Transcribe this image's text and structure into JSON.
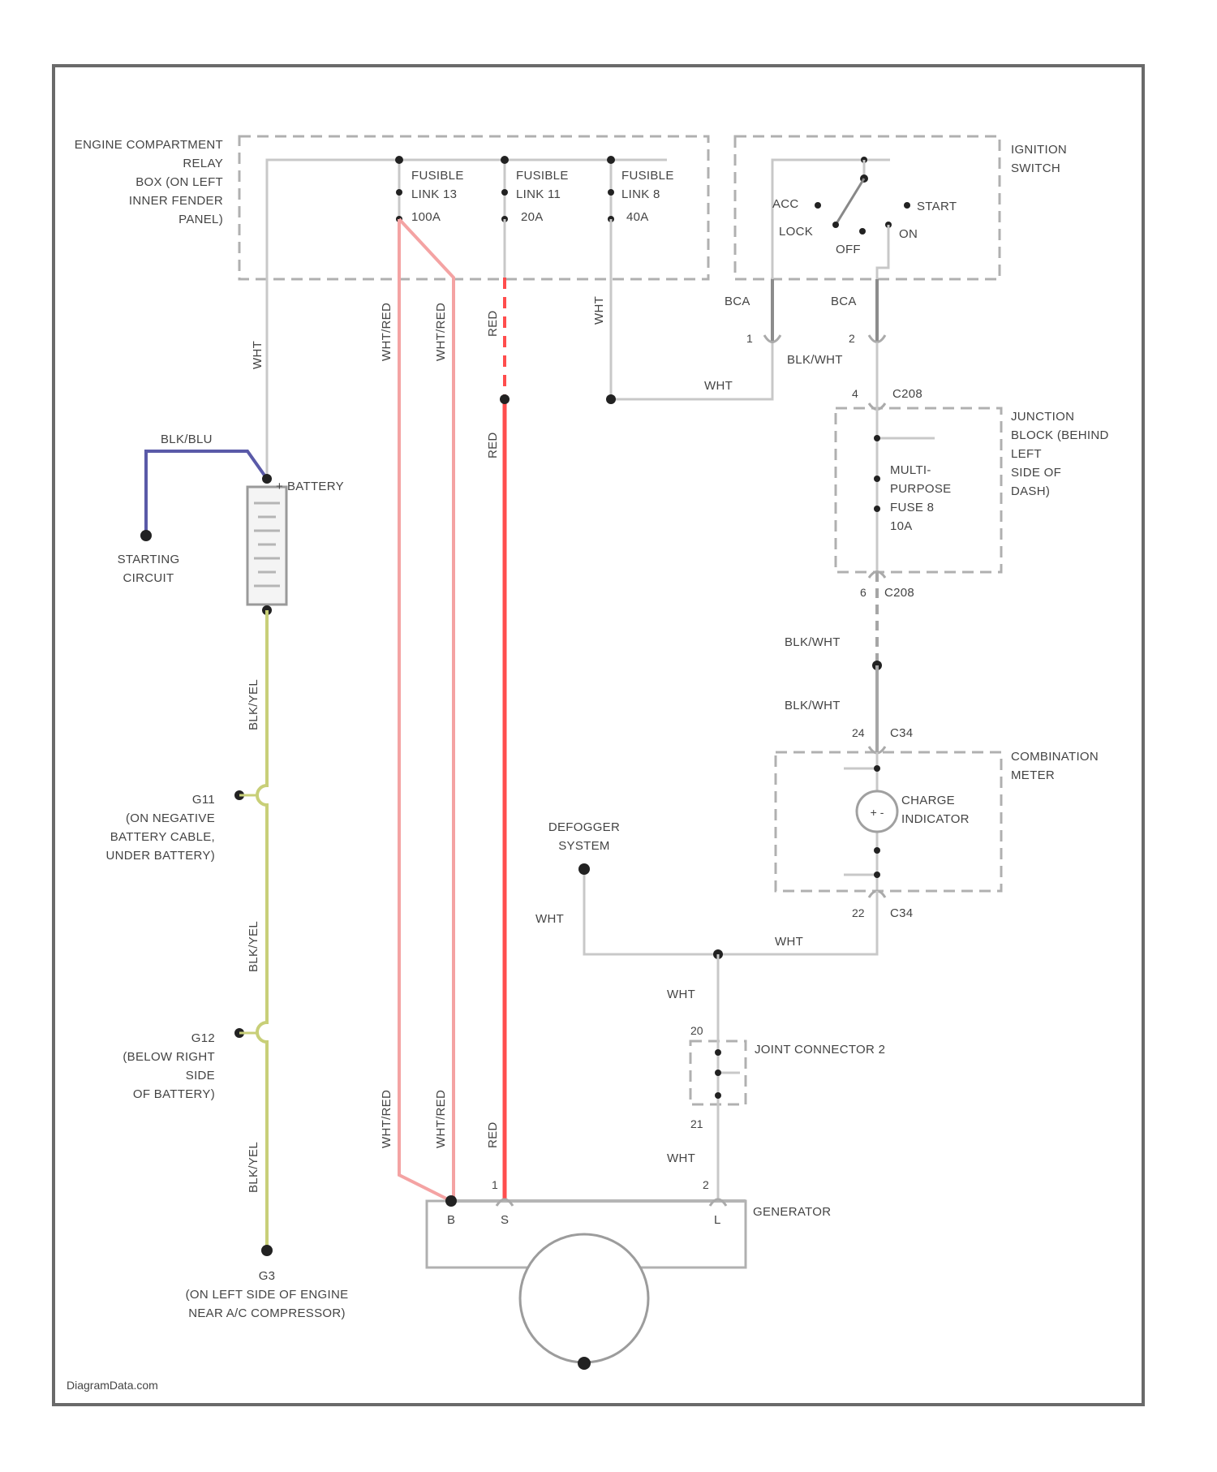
{
  "diagram": {
    "source_watermark": "DiagramData.com",
    "colors": {
      "frame": "#6a6a6a",
      "box_dash": "#b0b0b0",
      "wire_white": "#c8c8c8",
      "wire_red": "#ff4d4d",
      "wire_pink": "#f4a3a3",
      "wire_blue": "#5a5aa8",
      "wire_yellow_green": "#c8cf78",
      "junction": "#222222"
    },
    "components": {
      "relay_box": [
        "ENGINE COMPARTMENT",
        "RELAY",
        "BOX (ON LEFT",
        "INNER FENDER",
        "PANEL)"
      ],
      "ignition_switch": [
        "IGNITION",
        "SWITCH"
      ],
      "junction_block": [
        "JUNCTION",
        "BLOCK (BEHIND",
        "LEFT",
        "SIDE OF",
        "DASH)"
      ],
      "combination_meter": [
        "COMBINATION",
        "METER"
      ],
      "battery": "BATTERY",
      "battery_terminal": "+",
      "starting_circuit": [
        "STARTING",
        "CIRCUIT"
      ],
      "defogger_system": [
        "DEFOGGER",
        "SYSTEM"
      ],
      "joint_connector": "JOINT CONNECTOR 2",
      "generator": "GENERATOR",
      "charge_indicator": [
        "CHARGE",
        "INDICATOR"
      ],
      "fuse": [
        "MULTI-",
        "PURPOSE",
        "FUSE 8",
        "10A"
      ]
    },
    "fusible_links": [
      {
        "line1": "FUSIBLE",
        "line2": "LINK 13",
        "rating": "100A"
      },
      {
        "line1": "FUSIBLE",
        "line2": "LINK 11",
        "rating": "20A"
      },
      {
        "line1": "FUSIBLE",
        "line2": "LINK 8",
        "rating": "40A"
      }
    ],
    "switch_positions": {
      "acc": "ACC",
      "lock": "LOCK",
      "off": "OFF",
      "on": "ON",
      "start": "START"
    },
    "grounds": {
      "g11": [
        "G11",
        "(ON NEGATIVE",
        "BATTERY CABLE,",
        "UNDER BATTERY)"
      ],
      "g12": [
        "G12",
        "(BELOW RIGHT",
        "SIDE",
        "OF BATTERY)"
      ],
      "g3": [
        "G3",
        "(ON LEFT SIDE OF ENGINE",
        "NEAR A/C COMPRESSOR)"
      ]
    },
    "connectors": {
      "c1_pin": "1",
      "c2_pin": "2",
      "c208_pin": "4",
      "c208": "C208",
      "c208_b": "C208",
      "c208_b_pin": "6",
      "c34_pin": "24",
      "c34": "C34",
      "c34_b_pin": "22",
      "c34_b": "C34",
      "jc_pin_a": "20",
      "jc_pin_b": "21",
      "gen_b": "B",
      "gen_b_num": "",
      "gen_s": "S",
      "gen_s_num": "1",
      "gen_l": "L",
      "gen_l_num": "2"
    },
    "wire_labels": {
      "wht_batt": "WHT",
      "blk_blu": "BLK/BLU",
      "wht_red_1": "WHT/RED",
      "wht_red_2": "WHT/RED",
      "red_top": "RED",
      "red_mid": "RED",
      "wht_fl8": "WHT",
      "wht_junc": "WHT",
      "blu_ca_1": "BCA",
      "blu_ca_2": "BCA",
      "blk_wht_1": "BLK/WHT",
      "blk_wht_2": "BLK/WHT",
      "blk_wht_3": "BLK/WHT",
      "blk_yel_1": "BLK/YEL",
      "blk_yel_2": "BLK/YEL",
      "blk_yel_3": "BLK/YEL",
      "wht_red_3": "WHT/RED",
      "wht_red_4": "WHT/RED",
      "red_bot": "RED",
      "wht_defog": "WHT",
      "wht_meter": "WHT",
      "wht_jc_top": "WHT",
      "wht_jc_bot": "WHT"
    }
  }
}
